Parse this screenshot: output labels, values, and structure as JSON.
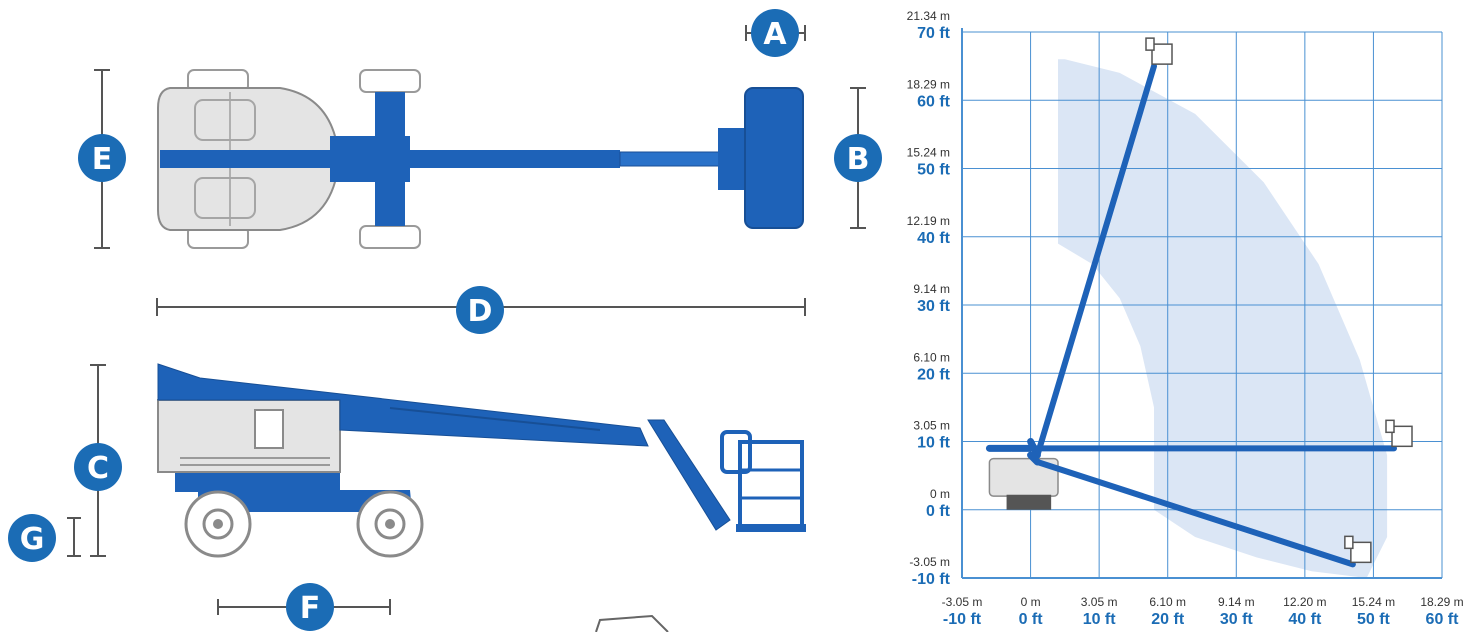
{
  "colors": {
    "brand_blue": "#1b6cb5",
    "machine_blue": "#1e62b8",
    "body_gray": "#e4e4e4",
    "grid_blue": "#4a90d2",
    "envelope_fill": "#dbe6f5",
    "dim_line": "#555555"
  },
  "dimension_labels": {
    "a": "A",
    "b": "B",
    "c": "C",
    "d": "D",
    "e": "E",
    "f": "F",
    "g": "G"
  },
  "icons": [
    "dimension-badge-icon",
    "platform-basket-icon",
    "wheel-icon"
  ],
  "chart_data": {
    "type": "reach-envelope",
    "x_ticks": [
      {
        "m": "-3.05 m",
        "ft": "-10 ft"
      },
      {
        "m": "0 m",
        "ft": "0 ft"
      },
      {
        "m": "3.05 m",
        "ft": "10 ft"
      },
      {
        "m": "6.10 m",
        "ft": "20 ft"
      },
      {
        "m": "9.14 m",
        "ft": "30 ft"
      },
      {
        "m": "12.20 m",
        "ft": "40 ft"
      },
      {
        "m": "15.24 m",
        "ft": "50 ft"
      },
      {
        "m": "18.29 m",
        "ft": "60 ft"
      }
    ],
    "y_ticks": [
      {
        "m": "21.34 m",
        "ft": "70 ft"
      },
      {
        "m": "18.29 m",
        "ft": "60 ft"
      },
      {
        "m": "15.24 m",
        "ft": "50 ft"
      },
      {
        "m": "12.19 m",
        "ft": "40 ft"
      },
      {
        "m": "9.14 m",
        "ft": "30 ft"
      },
      {
        "m": "6.10 m",
        "ft": "20 ft"
      },
      {
        "m": "3.05 m",
        "ft": "10 ft"
      },
      {
        "m": "0 m",
        "ft": "0 ft"
      },
      {
        "m": "-3.05 m",
        "ft": "-10 ft"
      }
    ],
    "x_range_ft": [
      -10,
      60
    ],
    "y_range_ft": [
      -10,
      70
    ],
    "grid": true,
    "envelope_ft": [
      [
        5,
        66
      ],
      [
        13,
        64
      ],
      [
        24,
        58
      ],
      [
        34,
        48
      ],
      [
        42,
        36
      ],
      [
        48,
        22
      ],
      [
        52,
        8
      ],
      [
        52,
        -4
      ],
      [
        49,
        -10
      ],
      [
        41,
        -9
      ],
      [
        33,
        -7
      ],
      [
        24,
        -4
      ],
      [
        18,
        0
      ],
      [
        18,
        15
      ],
      [
        16,
        24
      ],
      [
        13,
        31
      ],
      [
        9,
        36
      ],
      [
        4,
        39
      ],
      [
        4,
        42
      ],
      [
        4,
        66
      ]
    ],
    "boom_positions_ft": [
      {
        "name": "max-height",
        "pivot": [
          0,
          10
        ],
        "elbow": [
          1,
          8
        ],
        "platform": [
          18,
          65
        ]
      },
      {
        "name": "max-outreach",
        "pivot": [
          -6,
          9
        ],
        "elbow": [
          0,
          9
        ],
        "platform": [
          53,
          9
        ]
      },
      {
        "name": "below-grade",
        "pivot": [
          0,
          8
        ],
        "elbow": [
          1,
          7
        ],
        "platform": [
          47,
          -8
        ]
      }
    ]
  }
}
